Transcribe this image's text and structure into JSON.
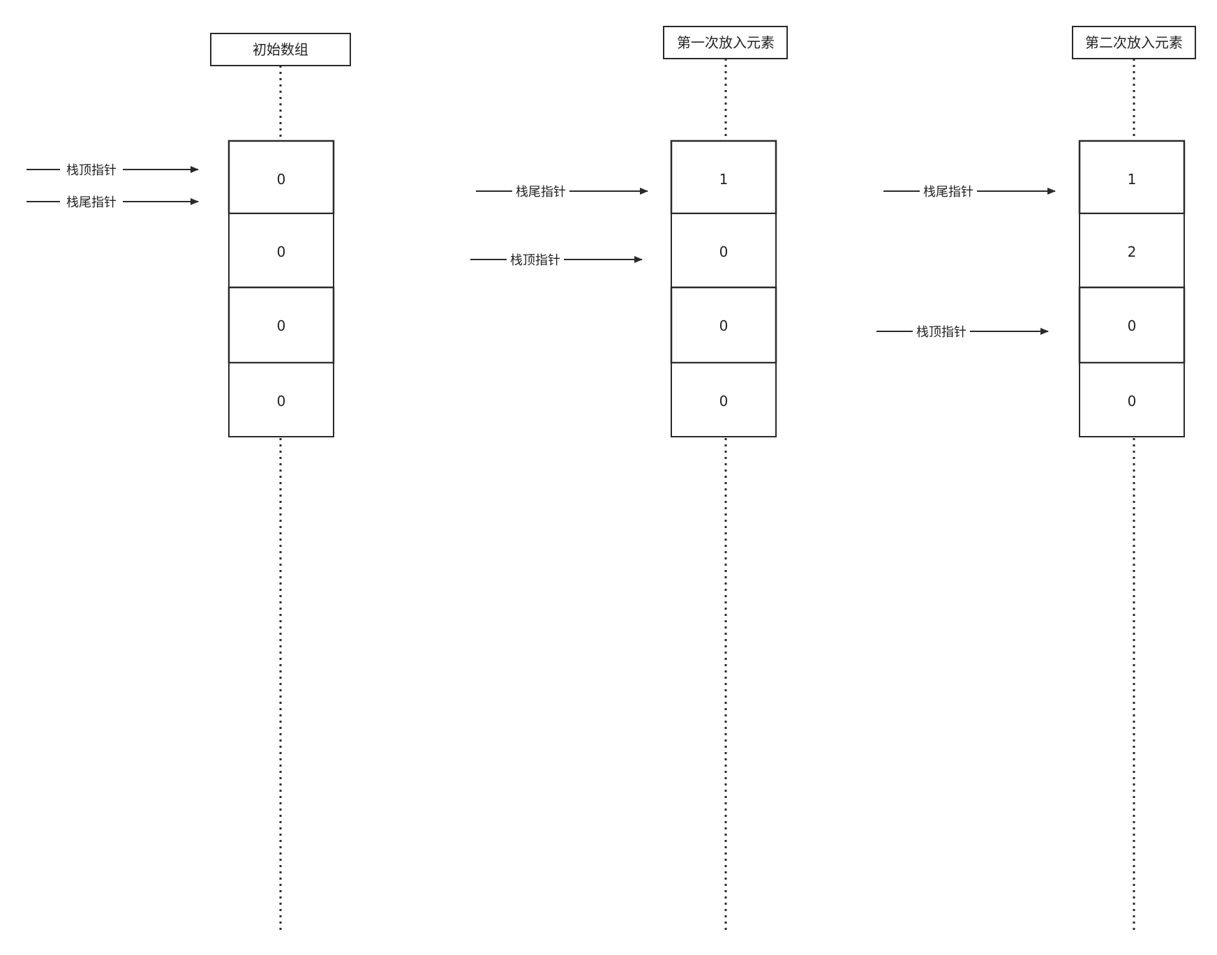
{
  "colors": {
    "stroke": "#2a2a2a",
    "text": "#222222",
    "background": "#ffffff"
  },
  "stages": [
    {
      "title": "初始数组",
      "cells": [
        "0",
        "0",
        "0",
        "0"
      ],
      "pointers": [
        {
          "label": "栈顶指针",
          "index": 0
        },
        {
          "label": "栈尾指针",
          "index": 0
        }
      ]
    },
    {
      "title": "第一次放入元素",
      "cells": [
        "1",
        "0",
        "0",
        "0"
      ],
      "pointers": [
        {
          "label": "栈尾指针",
          "index": 0
        },
        {
          "label": "栈顶指针",
          "index": 1
        }
      ]
    },
    {
      "title": "第二次放入元素",
      "cells": [
        "1",
        "2",
        "0",
        "0"
      ],
      "pointers": [
        {
          "label": "栈尾指针",
          "index": 0
        },
        {
          "label": "栈顶指针",
          "index": 2
        }
      ]
    }
  ]
}
